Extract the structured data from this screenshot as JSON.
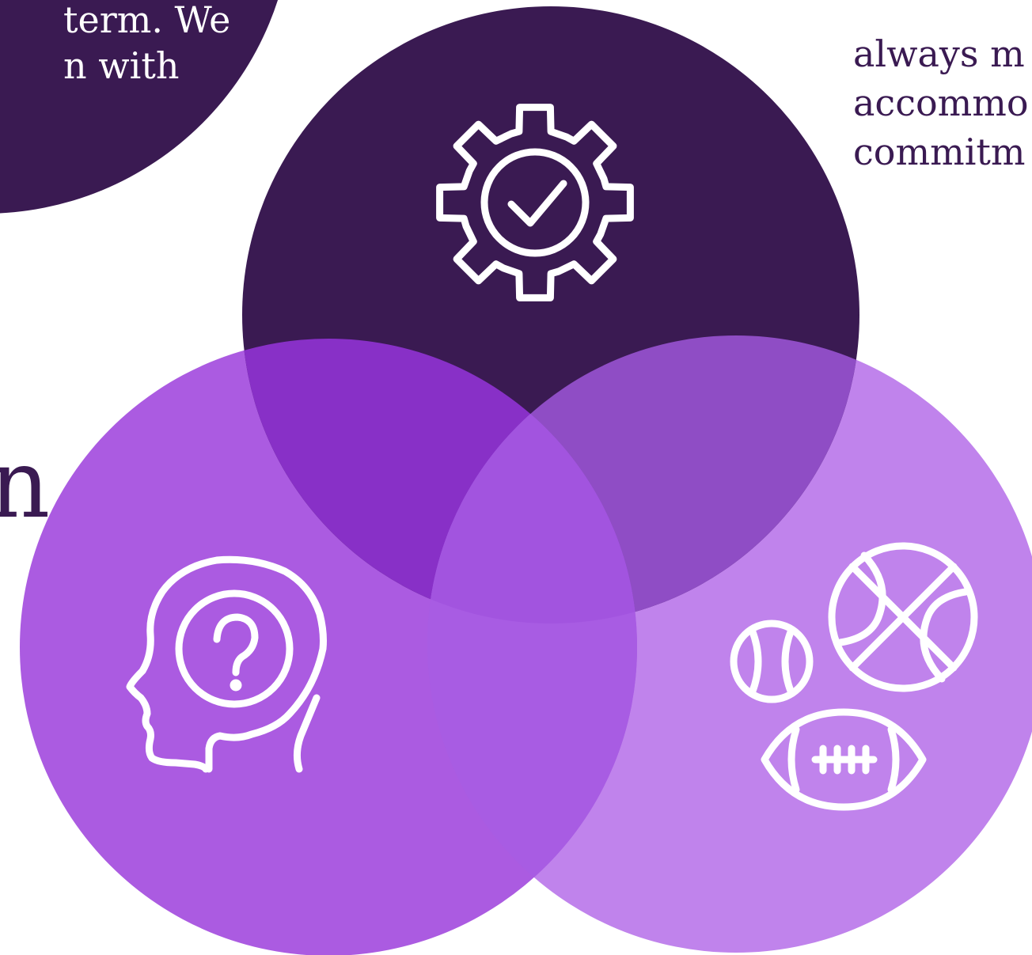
{
  "colors": {
    "dark": "#3a1a52",
    "mid": "#ab5be1",
    "light": "#c083ec",
    "text_dark": "#3a1a52",
    "icon_stroke": "#ffffff"
  },
  "top_left_blob": {
    "line1": "term. We",
    "line2": "n with"
  },
  "right_text": {
    "line1": "always m",
    "line2": "accommo",
    "line3": "commitm"
  },
  "heading_fragment": "n",
  "icons": {
    "top": "gear-check-icon",
    "left": "head-question-icon",
    "right": "sports-balls-icon"
  }
}
